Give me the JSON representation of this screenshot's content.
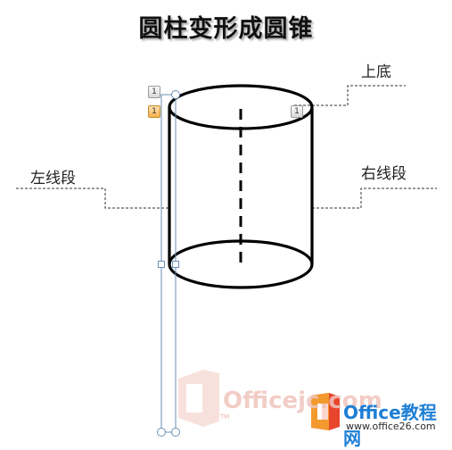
{
  "title": "圆柱变形成圆锥",
  "labels": {
    "top_base": "上底",
    "left_segment": "左线段",
    "right_segment": "右线段"
  },
  "badges": {
    "top_left_1": "1",
    "top_left_2": "1",
    "right": "1"
  },
  "watermark": {
    "text": "Officejc.com",
    "tm": "TM"
  },
  "brand": {
    "name": "Office教程网",
    "site": "www.office26.com"
  },
  "colors": {
    "handle": "#6b8fb5",
    "watermark": "#f0c5bd",
    "brand_red": "#e8452c",
    "brand_orange": "#f39a2e",
    "brand_blue": "#1e7fd6"
  }
}
